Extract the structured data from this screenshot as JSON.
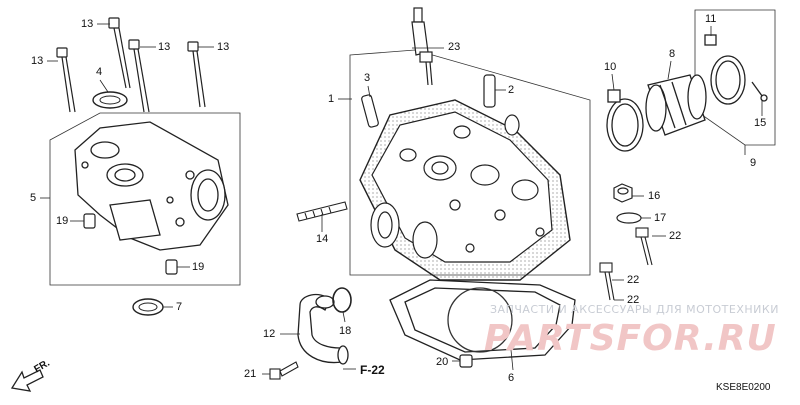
{
  "callouts": [
    {
      "id": "c13a",
      "text": "13"
    },
    {
      "id": "c13b",
      "text": "13"
    },
    {
      "id": "c13c",
      "text": "13"
    },
    {
      "id": "c13d",
      "text": "13"
    },
    {
      "id": "c4",
      "text": "4"
    },
    {
      "id": "c5",
      "text": "5"
    },
    {
      "id": "c19a",
      "text": "19"
    },
    {
      "id": "c19b",
      "text": "19"
    },
    {
      "id": "c7",
      "text": "7"
    },
    {
      "id": "c3",
      "text": "3"
    },
    {
      "id": "c1",
      "text": "1"
    },
    {
      "id": "c23",
      "text": "23"
    },
    {
      "id": "c2",
      "text": "2"
    },
    {
      "id": "c14",
      "text": "14"
    },
    {
      "id": "c10",
      "text": "10"
    },
    {
      "id": "c8",
      "text": "8"
    },
    {
      "id": "c11",
      "text": "11"
    },
    {
      "id": "c15",
      "text": "15"
    },
    {
      "id": "c9",
      "text": "9"
    },
    {
      "id": "c16",
      "text": "16"
    },
    {
      "id": "c17",
      "text": "17"
    },
    {
      "id": "c22a",
      "text": "22"
    },
    {
      "id": "c22b",
      "text": "22"
    },
    {
      "id": "c22c",
      "text": "22"
    },
    {
      "id": "c12",
      "text": "12"
    },
    {
      "id": "c18",
      "text": "18"
    },
    {
      "id": "c21",
      "text": "21"
    },
    {
      "id": "c20",
      "text": "20"
    },
    {
      "id": "c6",
      "text": "6"
    }
  ],
  "ref_label": "F-22",
  "front_label": "FR.",
  "watermark_text": "ЗАПЧАСТИ И АКСЕССУАРЫ ДЛЯ МОТОТЕХНИКИ",
  "watermark_logo": "PARTSFOR.RU",
  "diagram_code": "KSE8E0200"
}
